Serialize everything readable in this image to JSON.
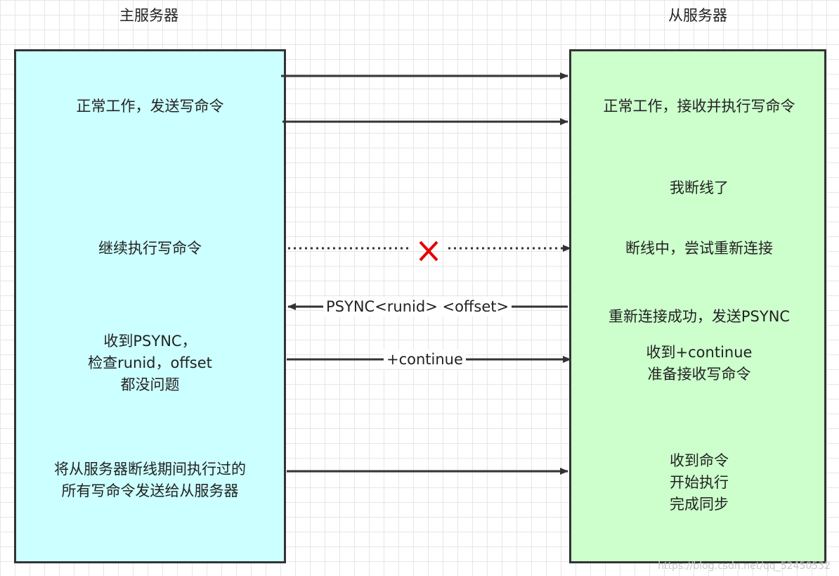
{
  "master": {
    "title": "主服务器",
    "messages": [
      "正常工作，发送写命令",
      "继续执行写命令",
      "收到PSYNC，\n检查runid，offset\n都没问题",
      "将从服务器断线期间执行过的\n所有写命令发送给从服务器"
    ]
  },
  "slave": {
    "title": "从服务器",
    "messages": [
      "正常工作，接收并执行写命令",
      "我断线了",
      "断线中，尝试重新连接",
      "重新连接成功，发送PSYNC",
      "收到+continue\n准备接收写命令",
      "收到命令\n开始执行\n完成同步"
    ]
  },
  "edges": {
    "psync": "PSYNC<runid> <offset>",
    "continue": "+continue"
  },
  "watermark": "https://blog.csdn.net/qq_52450532",
  "colors": {
    "master_fill": "#ccffff",
    "slave_fill": "#ccffcc",
    "border": "#333333",
    "arrow": "#333333",
    "fail_mark": "#e60000"
  },
  "icons": {
    "fail_mark": "x-mark-icon"
  }
}
